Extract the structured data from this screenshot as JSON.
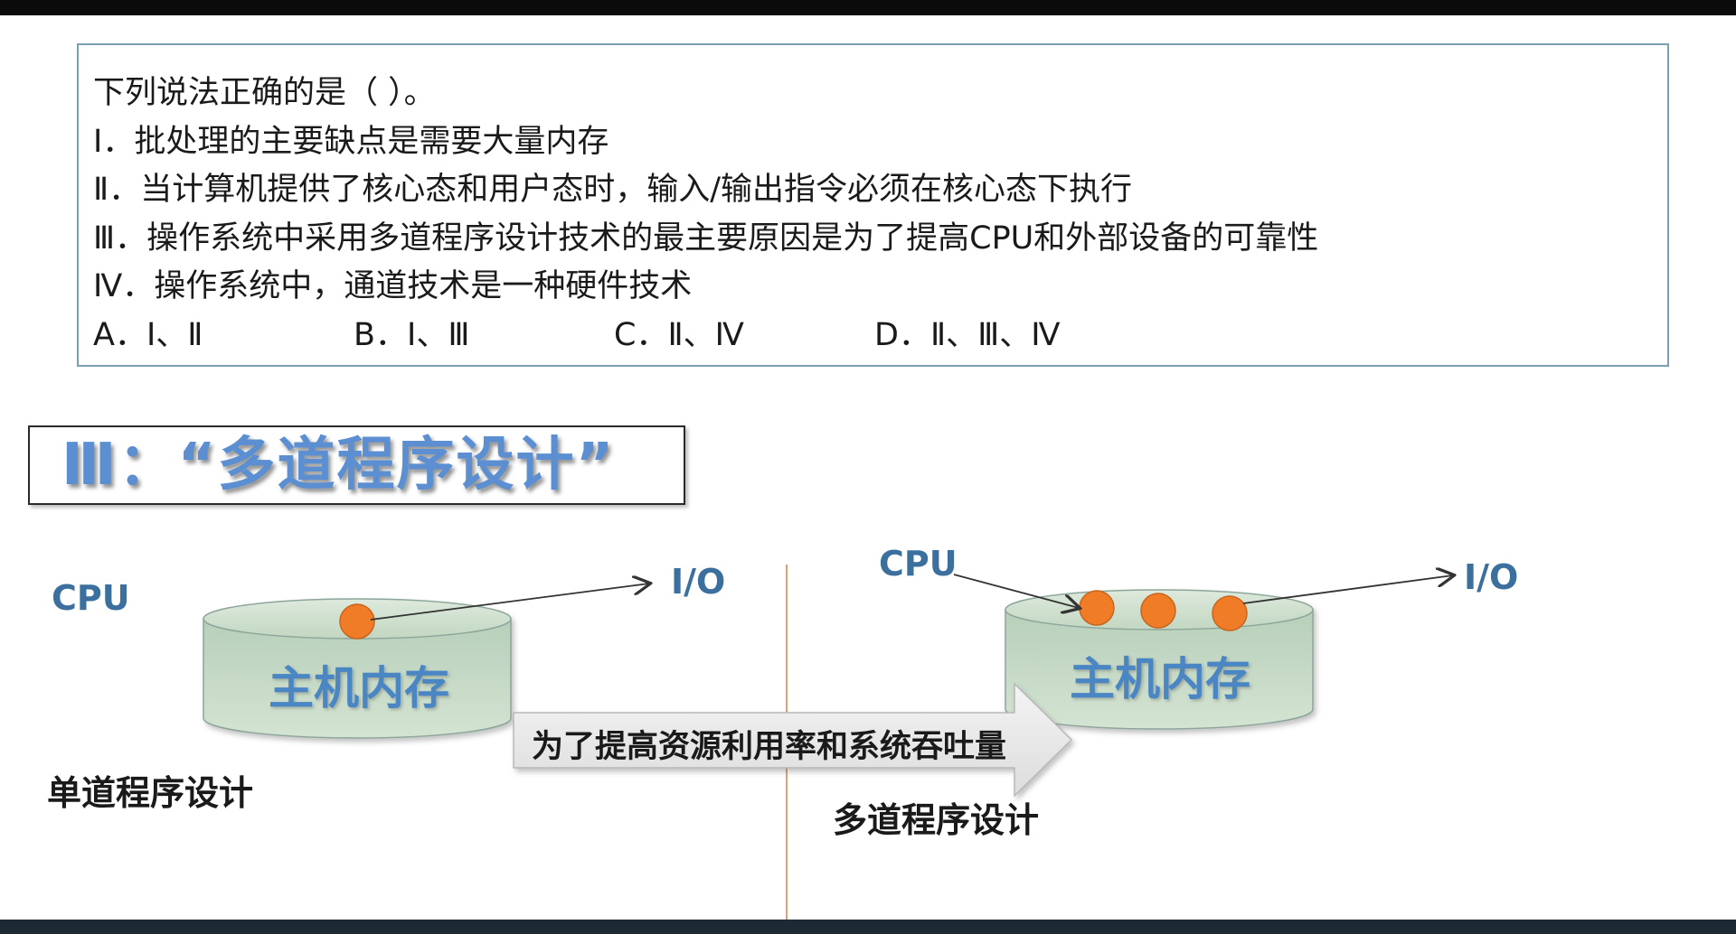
{
  "question": {
    "stem": "下列说法正确的是（    ）。",
    "statements": [
      "Ⅰ．批处理的主要缺点是需要大量内存",
      "Ⅱ．当计算机提供了核心态和用户态时，输入/输出指令必须在核心态下执行",
      "Ⅲ．操作系统中采用多道程序设计技术的最主要原因是为了提高CPU和外部设备的可靠性",
      "Ⅳ．操作系统中，通道技术是一种硬件技术"
    ],
    "options": [
      "A．Ⅰ、Ⅱ",
      "B．Ⅰ、Ⅲ",
      "C．Ⅱ、Ⅳ",
      "D．Ⅱ、Ⅲ、Ⅳ"
    ]
  },
  "section_title": "Ⅲ：“多道程序设计”",
  "left_diagram": {
    "cpu_label": "CPU",
    "io_label": "I/O",
    "memory_label": "主机内存",
    "caption": "单道程序设计"
  },
  "right_diagram": {
    "cpu_label": "CPU",
    "io_label": "I/O",
    "memory_label": "主机内存",
    "caption": "多道程序设计"
  },
  "arrow_text": "为了提高资源利用率和系统吞吐量",
  "colors": {
    "accent_blue": "#5b8fd1",
    "cylinder_green": "#c9dcc8",
    "process_orange": "#f07c28",
    "divider": "#e0a070"
  }
}
